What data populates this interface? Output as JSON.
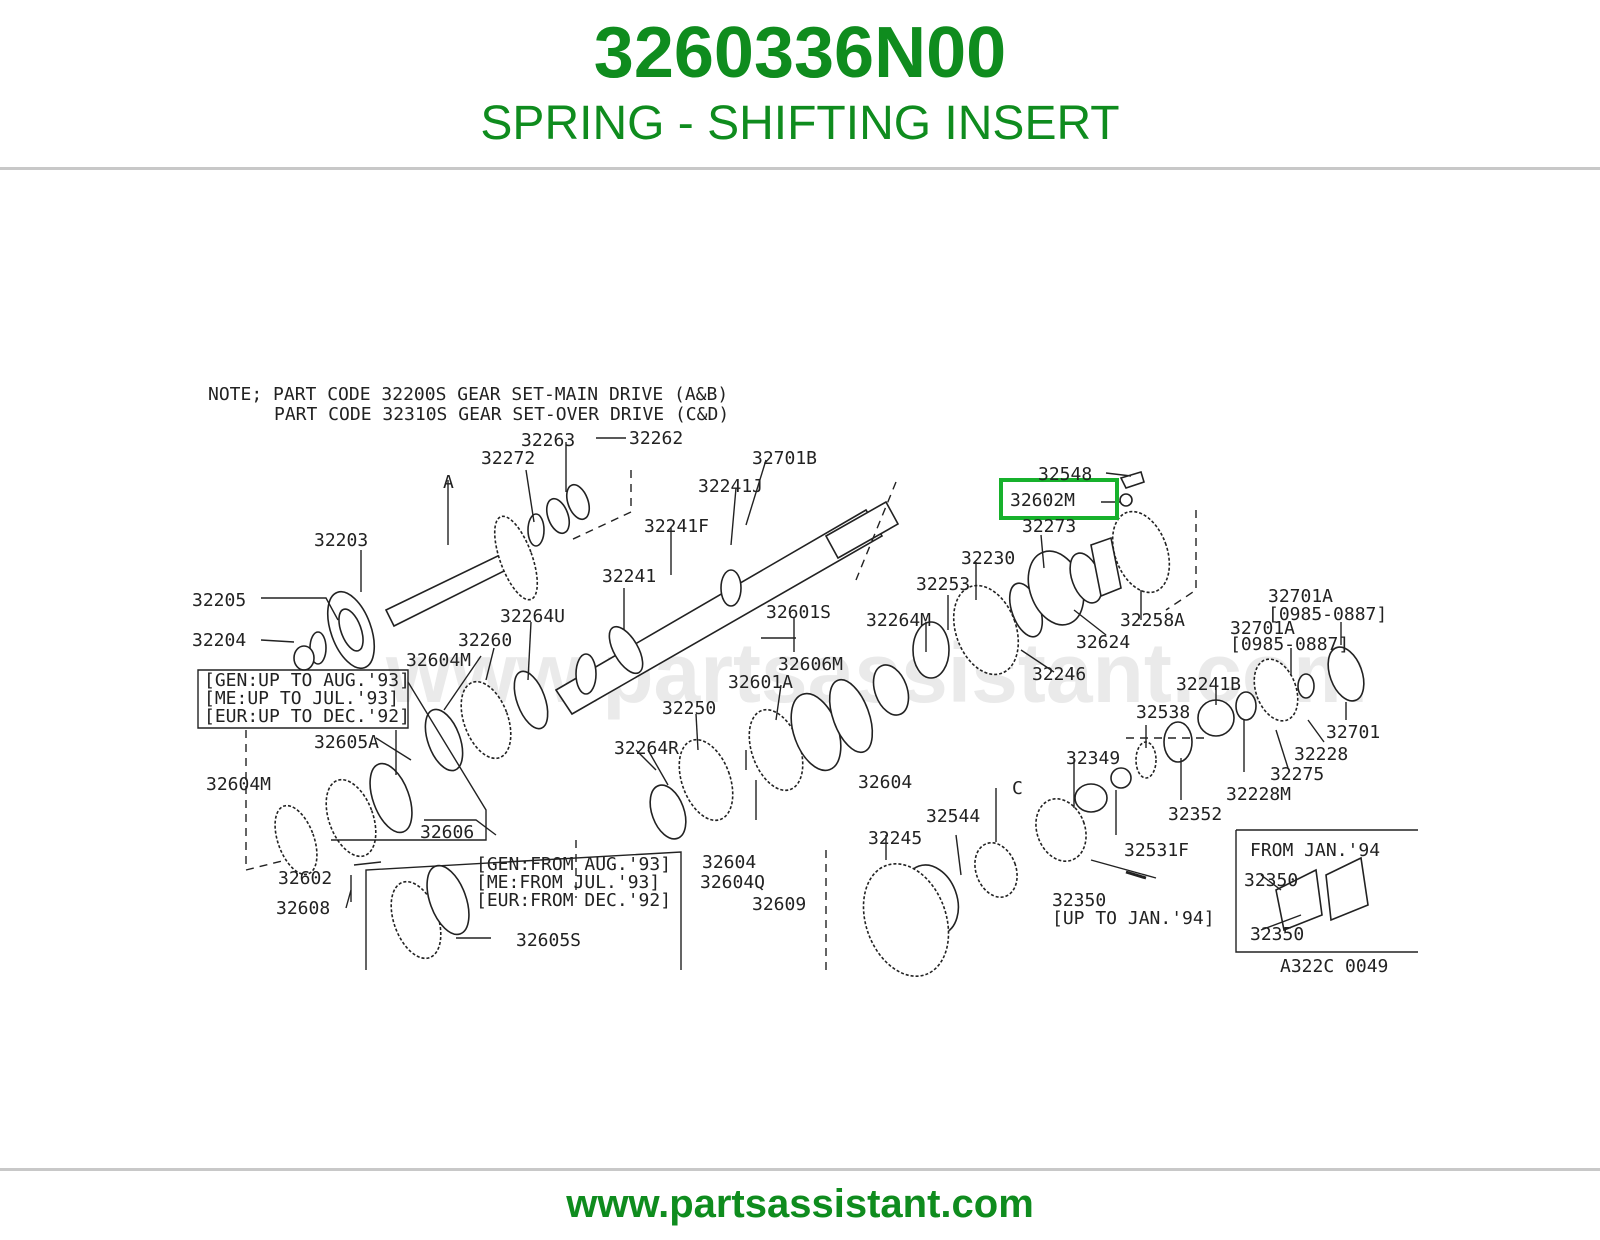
{
  "header": {
    "part_number": "3260336N00",
    "part_name": "SPRING - SHIFTING INSERT"
  },
  "footer": {
    "url": "www.partsassistant.com"
  },
  "colors": {
    "brand_green": "#0f8c1e",
    "highlight": "#17b12c",
    "rule": "#c8c8c8"
  },
  "watermark": "www.partsassistant.com",
  "diagram": {
    "note_line1": "NOTE; PART CODE 32200S GEAR SET-MAIN DRIVE (A&B)",
    "note_line2": "PART CODE 32310S GEAR SET-OVER DRIVE (C&D)",
    "highlighted_label": "32602M",
    "reference_code": "A322C 0049",
    "labels": {
      "l32263": "32263",
      "l32262": "32262",
      "l32272": "32272",
      "lA": "A",
      "l32203": "32203",
      "l32205": "32205",
      "l32204": "32204",
      "l32701B": "32701B",
      "l32241J": "32241J",
      "l32241F": "32241F",
      "l32241": "32241",
      "l32264U": "32264U",
      "l32260": "32260",
      "l32604M_a": "32604M",
      "l32601S": "32601S",
      "l32606M": "32606M",
      "l32601A": "32601A",
      "l32264M": "32264M",
      "l32253": "32253",
      "l32230": "32230",
      "l32548": "32548",
      "l32273": "32273",
      "l32258A": "32258A",
      "l32624": "32624",
      "l32246": "32246",
      "l32701A_1": "32701A",
      "l32701A_1d": "[0985-0887]",
      "l32701A_2": "32701A",
      "l32701A_2d": "[0985-0887]",
      "l32241B": "32241B",
      "l32538": "32538",
      "l32701": "32701",
      "l32228": "32228",
      "l32275": "32275",
      "l32228M": "32228M",
      "l32349": "32349",
      "l32352": "32352",
      "l32531F": "32531F",
      "l32250": "32250",
      "l32264R": "32264R",
      "l32604_a": "32604",
      "l32604_b": "32604",
      "l32604Q": "32604Q",
      "l32609": "32609",
      "l32605A": "32605A",
      "l32604M_b": "32604M",
      "l32606": "32606",
      "l32602": "32602",
      "l32608": "32608",
      "l32605S": "32605S",
      "l32544": "32544",
      "lC": "C",
      "l32245": "32245",
      "l32350_a": "32350",
      "l32350_b": "[UP TO JAN.'94]",
      "from_jan": "FROM JAN.'94",
      "l32350_c": "32350",
      "l32350_d": "32350"
    },
    "box_upto": [
      "[GEN:UP TO AUG.'93]",
      "[ME:UP TO JUL.'93]",
      "[EUR:UP TO DEC.'92]"
    ],
    "box_from": [
      "[GEN:FROM AUG.'93]",
      "[ME:FROM JUL.'93]",
      "[EUR:FROM DEC.'92]"
    ]
  }
}
